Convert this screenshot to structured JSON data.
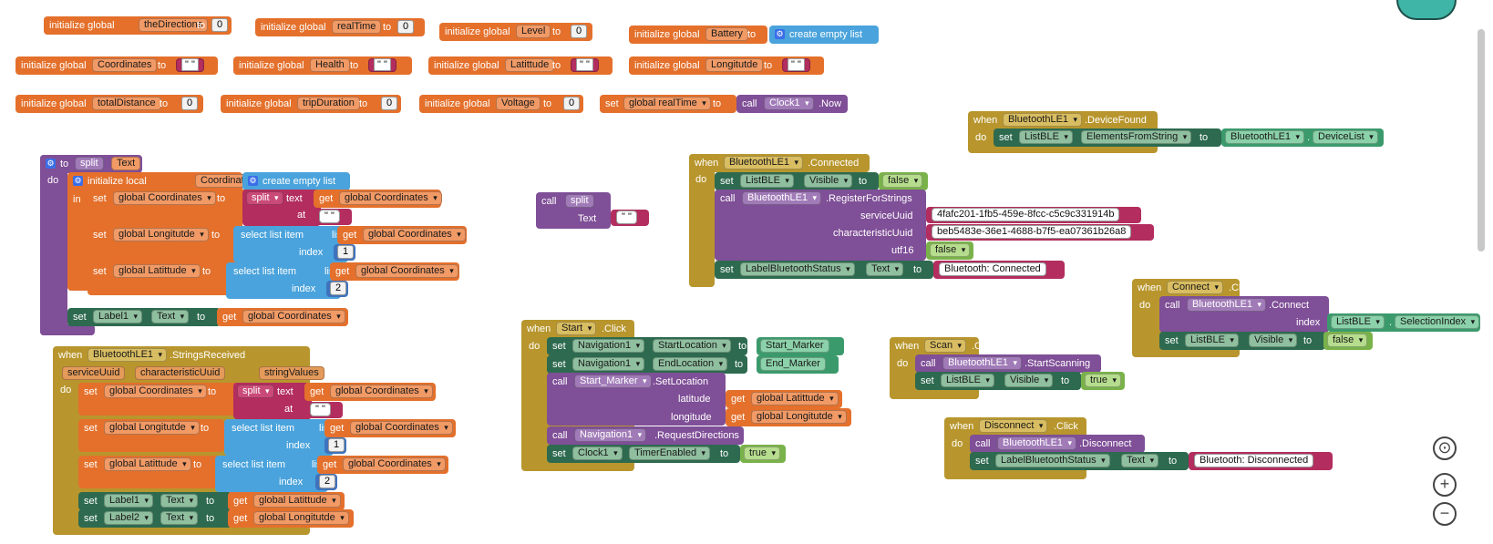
{
  "globals": [
    {
      "label": "initialize global",
      "name": "theDirections",
      "to": "to",
      "value": "0",
      "kind": "num"
    },
    {
      "label": "initialize global",
      "name": "realTime",
      "to": "to",
      "value": "0",
      "kind": "num"
    },
    {
      "label": "initialize global",
      "name": "Level",
      "to": "to",
      "value": "0",
      "kind": "num"
    },
    {
      "label": "initialize global",
      "name": "Battery",
      "to": "to",
      "value": "create empty list",
      "kind": "list"
    },
    {
      "label": "initialize global",
      "name": "Coordinates",
      "to": "to",
      "value": "\" \"",
      "kind": "str"
    },
    {
      "label": "initialize global",
      "name": "Health",
      "to": "to",
      "value": "\" \"",
      "kind": "str"
    },
    {
      "label": "initialize global",
      "name": "Latittude",
      "to": "to",
      "value": "\" \"",
      "kind": "str"
    },
    {
      "label": "initialize global",
      "name": "Longitutde",
      "to": "to",
      "value": "\" \"",
      "kind": "str"
    },
    {
      "label": "initialize global",
      "name": "totalDistance",
      "to": "to",
      "value": "0",
      "kind": "num"
    },
    {
      "label": "initialize global",
      "name": "tripDuration",
      "to": "to",
      "value": "0",
      "kind": "num"
    },
    {
      "label": "initialize global",
      "name": "Voltage",
      "to": "to",
      "value": "0",
      "kind": "num"
    }
  ],
  "set_realtime": {
    "set": "set",
    "var": "global realTime",
    "to": "to",
    "call": "call",
    "comp": "Clock1",
    "method": ".Now"
  },
  "proc_split": {
    "to": "to",
    "name": "split",
    "param": "Text",
    "do": "do",
    "in": "in",
    "init_local": "initialize local",
    "local_name": "Coordinates",
    "local_to": "to",
    "empty": "create empty list",
    "set": "set",
    "get": "get",
    "split": "split",
    "text": "text",
    "at": "at",
    "at_val": "\" \"",
    "g_coord": "global Coordinates",
    "g_long": "global Longitutde",
    "g_lat": "global Latittude",
    "select": "select list item",
    "list": "list",
    "index": "index",
    "idx1": "1",
    "idx2": "2",
    "label1": "Label1",
    "text_prop": "Text",
    "to_w": "to"
  },
  "call_split": {
    "call": "call",
    "name": "split",
    "param": "Text",
    "value": "\" \""
  },
  "strings_received": {
    "when": "when",
    "comp": "BluetoothLE1",
    "event": ".StringsReceived",
    "params": [
      "serviceUuid",
      "characteristicUuid",
      "stringValues"
    ],
    "do": "do",
    "set": "set",
    "get": "get",
    "split": "split",
    "text": "text",
    "at": "at",
    "at_val": "\" \"",
    "g_coord": "global Coordinates",
    "g_long": "global Longitutde",
    "g_lat": "global Latittude",
    "select": "select list item",
    "list": "list",
    "index": "index",
    "idx1": "1",
    "idx2": "2",
    "label1": "Label1",
    "label2": "Label2",
    "text_prop": "Text",
    "to_w": "to"
  },
  "connected": {
    "when": "when",
    "comp": "BluetoothLE1",
    "event": ".Connected",
    "do": "do",
    "set": "set",
    "listble": "ListBLE",
    "visible": "Visible",
    "to_w": "to",
    "false": "false",
    "call": "call",
    "method": ".RegisterForStrings",
    "service_label": "serviceUuid",
    "service_val": "4fafc201-1fb5-459e-8fcc-c5c9c331914b",
    "char_label": "characteristicUuid",
    "char_val": "beb5483e-36e1-4688-b7f5-ea07361b26a8",
    "utf_label": "utf16",
    "utf_val": "false",
    "label_comp": "LabelBluetoothStatus",
    "text_prop": "Text",
    "status_val": "Bluetooth: Connected"
  },
  "device_found": {
    "when": "when",
    "comp": "BluetoothLE1",
    "event": ".DeviceFound",
    "do": "do",
    "set": "set",
    "listble": "ListBLE",
    "prop": "ElementsFromString",
    "to_w": "to",
    "src": "BluetoothLE1",
    "src_prop": "DeviceList"
  },
  "start_click": {
    "when": "when",
    "comp": "Start",
    "event": ".Click",
    "do": "do",
    "set": "set",
    "call": "call",
    "get": "get",
    "nav": "Navigation1",
    "startloc": "StartLocation",
    "endloc": "EndLocation",
    "to_w": "to",
    "start_marker": "Start_Marker",
    "end_marker": "End_Marker",
    "marker_comp": "Start_Marker",
    "setloc": ".SetLocation",
    "latitude": "latitude",
    "longitude": "longitude",
    "g_lat": "global Latittude",
    "g_long": "global Longitutde",
    "req": ".RequestDirections",
    "clock": "Clock1",
    "timer": "TimerEnabled",
    "true": "true"
  },
  "scan_click": {
    "when": "when",
    "comp": "Scan",
    "event": ".Click",
    "do": "do",
    "call": "call",
    "bt": "BluetoothLE1",
    "method": ".StartScanning",
    "set": "set",
    "listble": "ListBLE",
    "visible": "Visible",
    "to_w": "to",
    "true": "true"
  },
  "connect_click": {
    "when": "when",
    "comp": "Connect",
    "event": ".Click",
    "do": "do",
    "call": "call",
    "bt": "BluetoothLE1",
    "method": ".Connect",
    "index": "index",
    "listble": "ListBLE",
    "selidx": "SelectionIndex",
    "set": "set",
    "visible": "Visible",
    "to_w": "to",
    "false": "false"
  },
  "disconnect_click": {
    "when": "when",
    "comp": "Disconnect",
    "event": ".Click",
    "do": "do",
    "call": "call",
    "bt": "BluetoothLE1",
    "method": ".Disconnect",
    "set": "set",
    "label_comp": "LabelBluetoothStatus",
    "text_prop": "Text",
    "to_w": "to",
    "status_val": "Bluetooth: Disconnected"
  },
  "controls": {
    "center": "⊙",
    "zoom_in": "+",
    "zoom_out": "−"
  }
}
